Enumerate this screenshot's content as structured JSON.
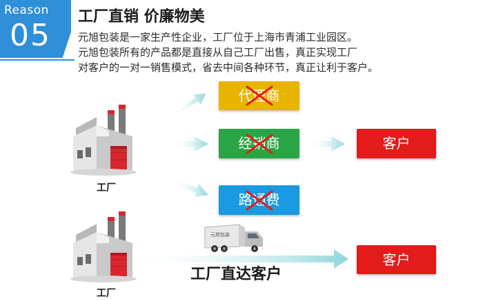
{
  "badge": {
    "word": "Reason",
    "number": "05"
  },
  "title": "工厂直销 价廉物美",
  "description": [
    "元旭包装是一家生产性企业，工厂位于上海市青浦工业园区。",
    "元旭包装所有的产品都是直接从自己工厂出售，真正实现工厂",
    "对客户的一对一销售模式，省去中间各种环节，真正让利于客户。"
  ],
  "intermediaries": [
    {
      "label": "代理商",
      "color": "#e8b400",
      "crossed": true
    },
    {
      "label": "经销商",
      "color": "#2aa546",
      "crossed": true
    },
    {
      "label": "路通费",
      "color": "#1a9ae0",
      "crossed": true
    }
  ],
  "customer_label": "客户",
  "customer_color": "#e31b1b",
  "factory_label": "工厂",
  "truck_text": "元旭包装",
  "direct_label": "工厂直达客户",
  "colors": {
    "badge": "#2f8fd8",
    "arrow": "#9fdde0",
    "cross": "#e31b1b"
  }
}
